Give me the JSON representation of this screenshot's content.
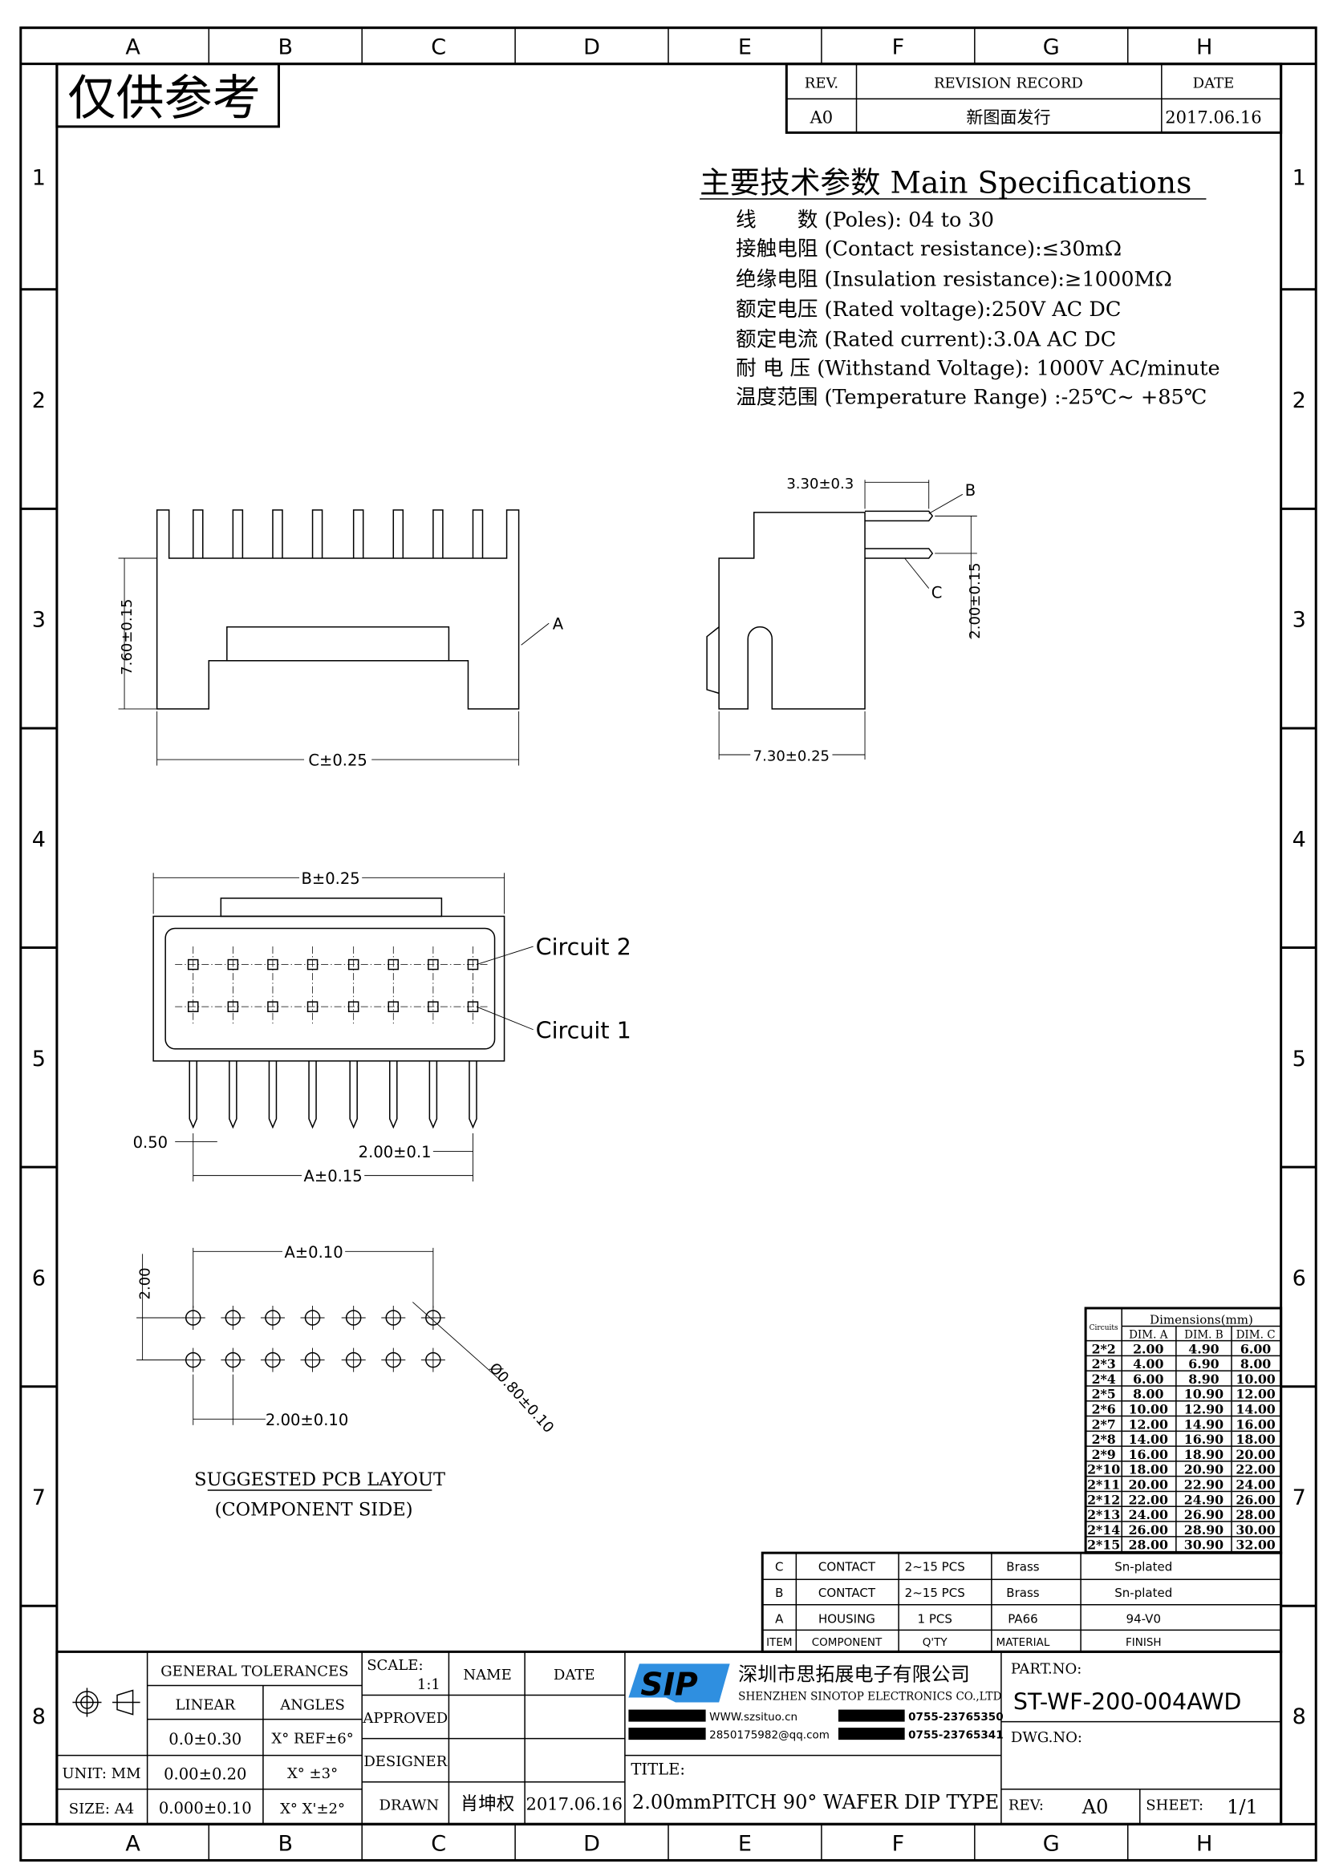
{
  "grid": {
    "columns": [
      "A",
      "B",
      "C",
      "D",
      "E",
      "F",
      "G",
      "H"
    ],
    "rows": [
      "1",
      "2",
      "3",
      "4",
      "5",
      "6",
      "7",
      "8"
    ]
  },
  "watermark": "仅供参考",
  "revision": {
    "headers": [
      "REV.",
      "REVISION RECORD",
      "DATE"
    ],
    "rows": [
      [
        "A0",
        "新图面发行",
        "2017.06.16"
      ]
    ]
  },
  "specs": {
    "title": "主要技术参数 Main Specifications",
    "lines": [
      "线　　数 (Poles): 04 to 30",
      "接触电阻 (Contact resistance):≤30mΩ",
      "绝缘电阻 (Insulation resistance):≥1000MΩ",
      "额定电压 (Rated voltage):250V AC DC",
      "额定电流 (Rated current):3.0A AC DC",
      "耐 电 压 (Withstand Voltage): 1000V AC/minute",
      "温度范围 (Temperature Range) :-25℃~ +85℃"
    ]
  },
  "dims": {
    "front_height": "7.60±0.15",
    "front_width": "C±0.25",
    "front_label": "A",
    "side_pin": "3.30±0.3",
    "side_pitch": "2.00±0.15",
    "side_width": "7.30±0.25",
    "side_b": "B",
    "side_c": "C",
    "bottom_b": "B±0.25",
    "circuit2": "Circuit  2",
    "circuit1": "Circuit  1",
    "pin_w": "0.50",
    "pitch": "2.00±0.1",
    "bottom_a": "A±0.15",
    "pcb_a": "A±0.10",
    "pcb_row": "2.00",
    "pcb_pitch": "2.00±0.10",
    "pcb_hole": "Ø0.80±0.10",
    "pcb_title": "SUGGESTED PCB LAYOUT",
    "pcb_sub": "(COMPONENT SIDE)"
  },
  "dim_table": {
    "title": "Dimensions(mm)",
    "circuits_label": "Circuits",
    "headers": [
      "DIM. A",
      "DIM. B",
      "DIM. C"
    ],
    "rows": [
      [
        "2*2",
        "2.00",
        "4.90",
        "6.00"
      ],
      [
        "2*3",
        "4.00",
        "6.90",
        "8.00"
      ],
      [
        "2*4",
        "6.00",
        "8.90",
        "10.00"
      ],
      [
        "2*5",
        "8.00",
        "10.90",
        "12.00"
      ],
      [
        "2*6",
        "10.00",
        "12.90",
        "14.00"
      ],
      [
        "2*7",
        "12.00",
        "14.90",
        "16.00"
      ],
      [
        "2*8",
        "14.00",
        "16.90",
        "18.00"
      ],
      [
        "2*9",
        "16.00",
        "18.90",
        "20.00"
      ],
      [
        "2*10",
        "18.00",
        "20.90",
        "22.00"
      ],
      [
        "2*11",
        "20.00",
        "22.90",
        "24.00"
      ],
      [
        "2*12",
        "22.00",
        "24.90",
        "26.00"
      ],
      [
        "2*13",
        "24.00",
        "26.90",
        "28.00"
      ],
      [
        "2*14",
        "26.00",
        "28.90",
        "30.00"
      ],
      [
        "2*15",
        "28.00",
        "30.90",
        "32.00"
      ]
    ]
  },
  "bom": {
    "rows": [
      [
        "C",
        "CONTACT",
        "2~15 PCS",
        "Brass",
        "Sn-plated"
      ],
      [
        "B",
        "CONTACT",
        "2~15 PCS",
        "Brass",
        "Sn-plated"
      ],
      [
        "A",
        "HOUSING",
        "1 PCS",
        "PA66",
        "94-V0"
      ]
    ],
    "headers": [
      "ITEM",
      "COMPONENT",
      "Q'TY",
      "MATERIAL",
      "FINISH"
    ]
  },
  "title_block": {
    "general_tolerances": "GENERAL TOLERANCES",
    "linear": "LINEAR",
    "angles": "ANGLES",
    "tol_rows": [
      [
        "0.0±0.30",
        "X° REF±6°"
      ],
      [
        "0.00±0.20",
        "X° ±3°"
      ],
      [
        "0.000±0.10",
        "X° X'±2°"
      ]
    ],
    "unit": "UNIT: MM",
    "size": "SIZE: A4",
    "scale_label": "SCALE:",
    "scale": "1:1",
    "name": "NAME",
    "date": "DATE",
    "approved": "APPROVED",
    "designer": "DESIGNER",
    "drawn": "DRAWN",
    "drawn_name": "肖坤权",
    "drawn_date": "2017.06.16",
    "company_logo": "SIP",
    "company_cn": "深圳市思拓展电子有限公司",
    "company_en": "SHENZHEN SINOTOP ELECTRONICS CO.,LTD",
    "website": "WWW.szsituo.cn",
    "email": "2850175982@qq.com",
    "phone": "0755-23765350",
    "fax": "0755-23765341",
    "title_label": "TITLE:",
    "title": "2.00mmPITCH 90° WAFER DIP TYPE",
    "part_no_label": "PART.NO:",
    "part_no": "ST-WF-200-004AWD",
    "dwg_no_label": "DWG.NO:",
    "rev_label": "REV:",
    "rev": "A0",
    "sheet_label": "SHEET:",
    "sheet": "1/1"
  },
  "colors": {
    "logo": "#2f8fe0"
  }
}
